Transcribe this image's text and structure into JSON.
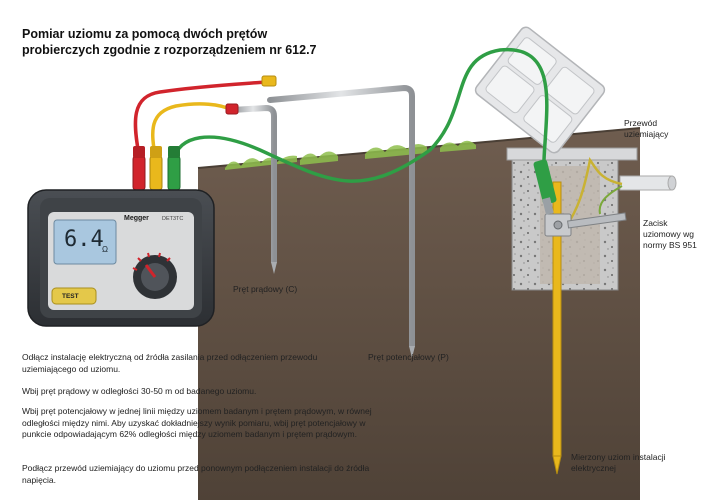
{
  "title": "Pomiar uziomu za pomocą dwóch prętów probierczych zgodnie z rozporządzeniem nr 612.7",
  "labels": {
    "current_rod": "Pręt prądowy (C)",
    "potential_rod": "Pręt potencjałowy (P)",
    "earth_lead": "Przewód uziemiający",
    "clamp": "Zacisk uziomowy wg normy BS 951",
    "measured_electrode": "Mierzony uziom instalacji elektrycznej"
  },
  "meter": {
    "brand": "Megger",
    "model": "DET3TC",
    "reading": "6.4",
    "unit": "Ω",
    "test_button": "TEST"
  },
  "instructions": [
    "Odłącz instalację elektryczną od źródła zasilania przed odłączeniem przewodu uziemiającego od uziomu.",
    "Wbij pręt prądowy w odległości 30-50 m od badanego uziomu.",
    "Wbij pręt potencjałowy w jednej linii między uziomem badanym i prętem prądowym, w równej odległości między nimi. Aby uzyskać dokładniejszy wynik pomiaru, wbij pręt potencjałowy w punkcie odpowiadającym 62% odległości między uziomem badanym i prętem prądowym.",
    "Podłącz przewód uziemiający do uziomu przed ponownym podłączeniem instalacji do źródła napięcia."
  ],
  "colors": {
    "lead_red": "#d1242c",
    "lead_yellow": "#e9b81c",
    "lead_green": "#2f9e45",
    "soil": "#6b5a4c",
    "grass": "#8fbf4d",
    "meter_body": "#3a3d41",
    "rod": "#a9acb0"
  }
}
